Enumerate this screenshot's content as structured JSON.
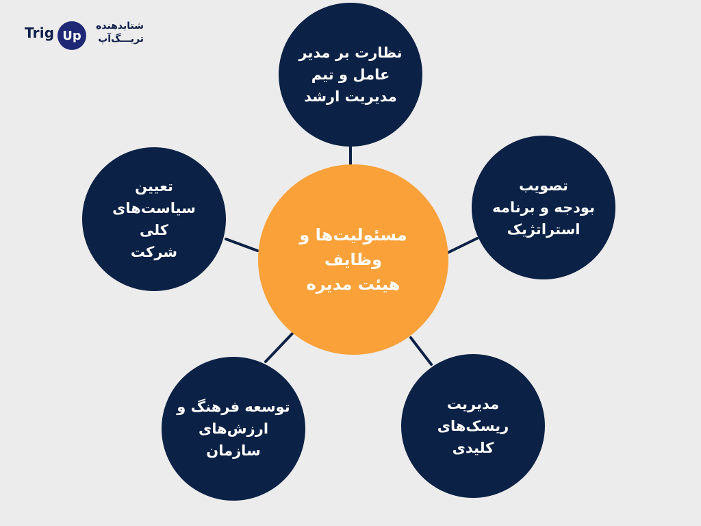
{
  "logo": {
    "brand_left": "Trig",
    "brand_right": "Up",
    "persian_line1": "شتابدهنده",
    "persian_line2": "تریـــگ‌آپ"
  },
  "diagram": {
    "center": "مسئولیت‌ها و وظایف\nهیئت مدیره",
    "nodes": {
      "top": "نظارت بر مدیر\nعامل و تیم\nمدیریت ارشد",
      "right": "تصویب\nبودجه و برنامه\nاستراتژیک",
      "bottom_right": "مدیریت\nریسک‌های کلیدی",
      "bottom_left": "توسعه فرهنگ و\nارزش‌های سازمان",
      "left": "تعیین\nسیاست‌های کلی\nشرکت"
    },
    "colors": {
      "background": "#ececed",
      "outer_node": "#0b2145",
      "center_node": "#faa13a",
      "connector": "#0b2145",
      "text": "#ffffff"
    }
  }
}
